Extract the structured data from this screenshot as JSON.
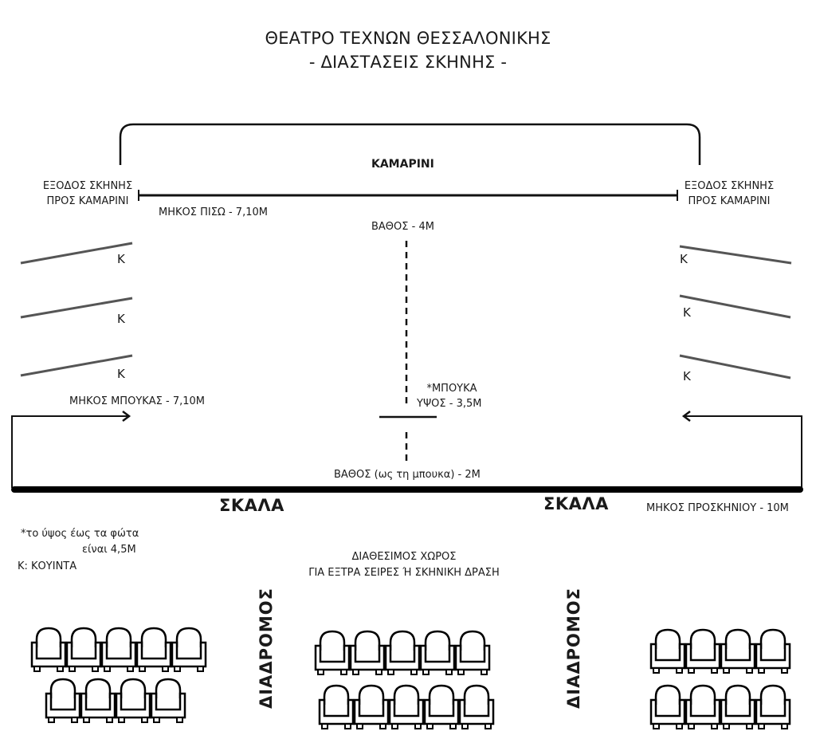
{
  "title": {
    "line1": "ΘΕΑΤΡΟ ΤΕΧΝΩΝ ΘΕΣΣΑΛΟΝΙΚΗΣ",
    "line2": "- ΔΙΑΣΤΑΣΕΙΣ ΣΚΗΝΗΣ -"
  },
  "backstage": {
    "label": "ΚΑΜΑΡΙΝΙ",
    "exit_left_line1": "ΕΞΟΔΟΣ ΣΚΗΝΗΣ",
    "exit_left_line2": "ΠΡΟΣ ΚΑΜΑΡΙΝΙ",
    "exit_right_line1": "ΕΞΟΔΟΣ ΣΚΗΝΗΣ",
    "exit_right_line2": "ΠΡΟΣ ΚΑΜΑΡΙΝΙ"
  },
  "dimensions": {
    "back_length": "ΜΗΚΟΣ ΠΙΣΩ - 7,10Μ",
    "depth": "ΒΑΘΟΣ - 4Μ",
    "proscenium_arch_note": "*ΜΠΟΥΚΑ",
    "proscenium_arch_height": "ΥΨΟΣ - 3,5Μ",
    "proscenium_arch_length": "ΜΗΚΟΣ ΜΠΟΥΚΑΣ - 7,10Μ",
    "depth_to_arch": "ΒΑΘΟΣ (ως τη μπουκα) - 2Μ",
    "forestage_length": "ΜΗΚΟΣ ΠΡΟΣΚΗΝΙΟΥ - 10Μ"
  },
  "wings": {
    "marker": "Κ",
    "left_count": 3,
    "right_count": 3
  },
  "stairs": {
    "left": "ΣΚΑΛΑ",
    "right": "ΣΚΑΛΑ"
  },
  "notes": {
    "lights_height_line1": "*το ύψος έως τα φώτα",
    "lights_height_line2": "είναι  4,5Μ",
    "legend": "Κ: ΚΟΥΙΝΤΑ"
  },
  "free_space": {
    "line1": "ΔΙΑΘΕΣΙΜΟΣ ΧΩΡΟΣ",
    "line2": "ΓΙΑ ΕΞΤΡΑ ΣΕΙΡΕΣ Ή ΣΚΗΝΙΚΗ ΔΡΑΣΗ"
  },
  "aisles": {
    "left": "ΔΙΑΔΡΟΜΟΣ",
    "right": "ΔΙΑΔΡΟΜΟΣ"
  },
  "seating": {
    "left_block": [
      5,
      4
    ],
    "center_block": [
      5,
      5
    ],
    "right_block": [
      4,
      4
    ]
  }
}
